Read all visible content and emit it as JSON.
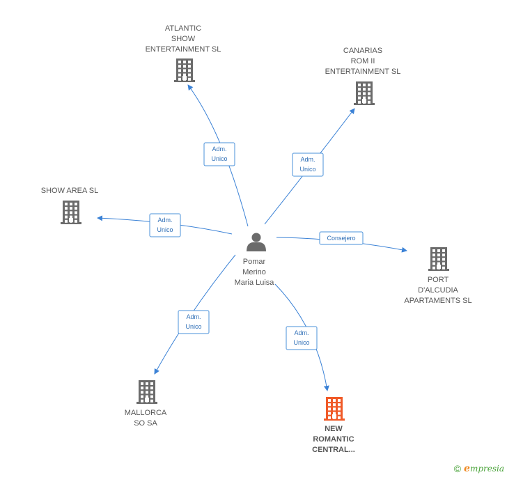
{
  "center": {
    "name_lines": [
      "Pomar",
      "Merino",
      "Maria Luisa"
    ],
    "icon": "person-icon"
  },
  "companies": [
    {
      "id": "atlantic",
      "name_lines": [
        "ATLANTIC",
        "SHOW",
        "ENTERTAINMENT SL"
      ],
      "icon": "building-icon",
      "color": "#6b6b6b"
    },
    {
      "id": "canarias",
      "name_lines": [
        "CANARIAS",
        "ROM II",
        "ENTERTAINMENT SL"
      ],
      "icon": "building-icon",
      "color": "#6b6b6b"
    },
    {
      "id": "showarea",
      "name_lines": [
        "SHOW AREA SL"
      ],
      "icon": "building-icon",
      "color": "#6b6b6b"
    },
    {
      "id": "port",
      "name_lines": [
        "PORT",
        "D'ALCUDIA",
        "APARTAMENTS SL"
      ],
      "icon": "building-icon",
      "color": "#6b6b6b"
    },
    {
      "id": "mallorca",
      "name_lines": [
        "MALLORCA",
        "SO SA"
      ],
      "icon": "building-icon",
      "color": "#6b6b6b"
    },
    {
      "id": "newromantic",
      "name_lines": [
        "NEW",
        "ROMANTIC",
        "CENTRAL..."
      ],
      "icon": "building-icon",
      "color": "#f05a28",
      "highlight": true
    }
  ],
  "edges": [
    {
      "to": "atlantic",
      "label_lines": [
        "Adm.",
        "Unico"
      ]
    },
    {
      "to": "canarias",
      "label_lines": [
        "Adm.",
        "Unico"
      ]
    },
    {
      "to": "showarea",
      "label_lines": [
        "Adm.",
        "Unico"
      ]
    },
    {
      "to": "port",
      "label_lines": [
        "Consejero"
      ]
    },
    {
      "to": "mallorca",
      "label_lines": [
        "Adm.",
        "Unico"
      ]
    },
    {
      "to": "newromantic",
      "label_lines": [
        "Adm.",
        "Unico"
      ]
    }
  ],
  "colors": {
    "edge": "#3b82d6",
    "node_gray": "#6b6b6b",
    "node_highlight": "#f05a28"
  },
  "footer": {
    "copyright": "©",
    "brand_first": "e",
    "brand_rest": "mpresia"
  }
}
